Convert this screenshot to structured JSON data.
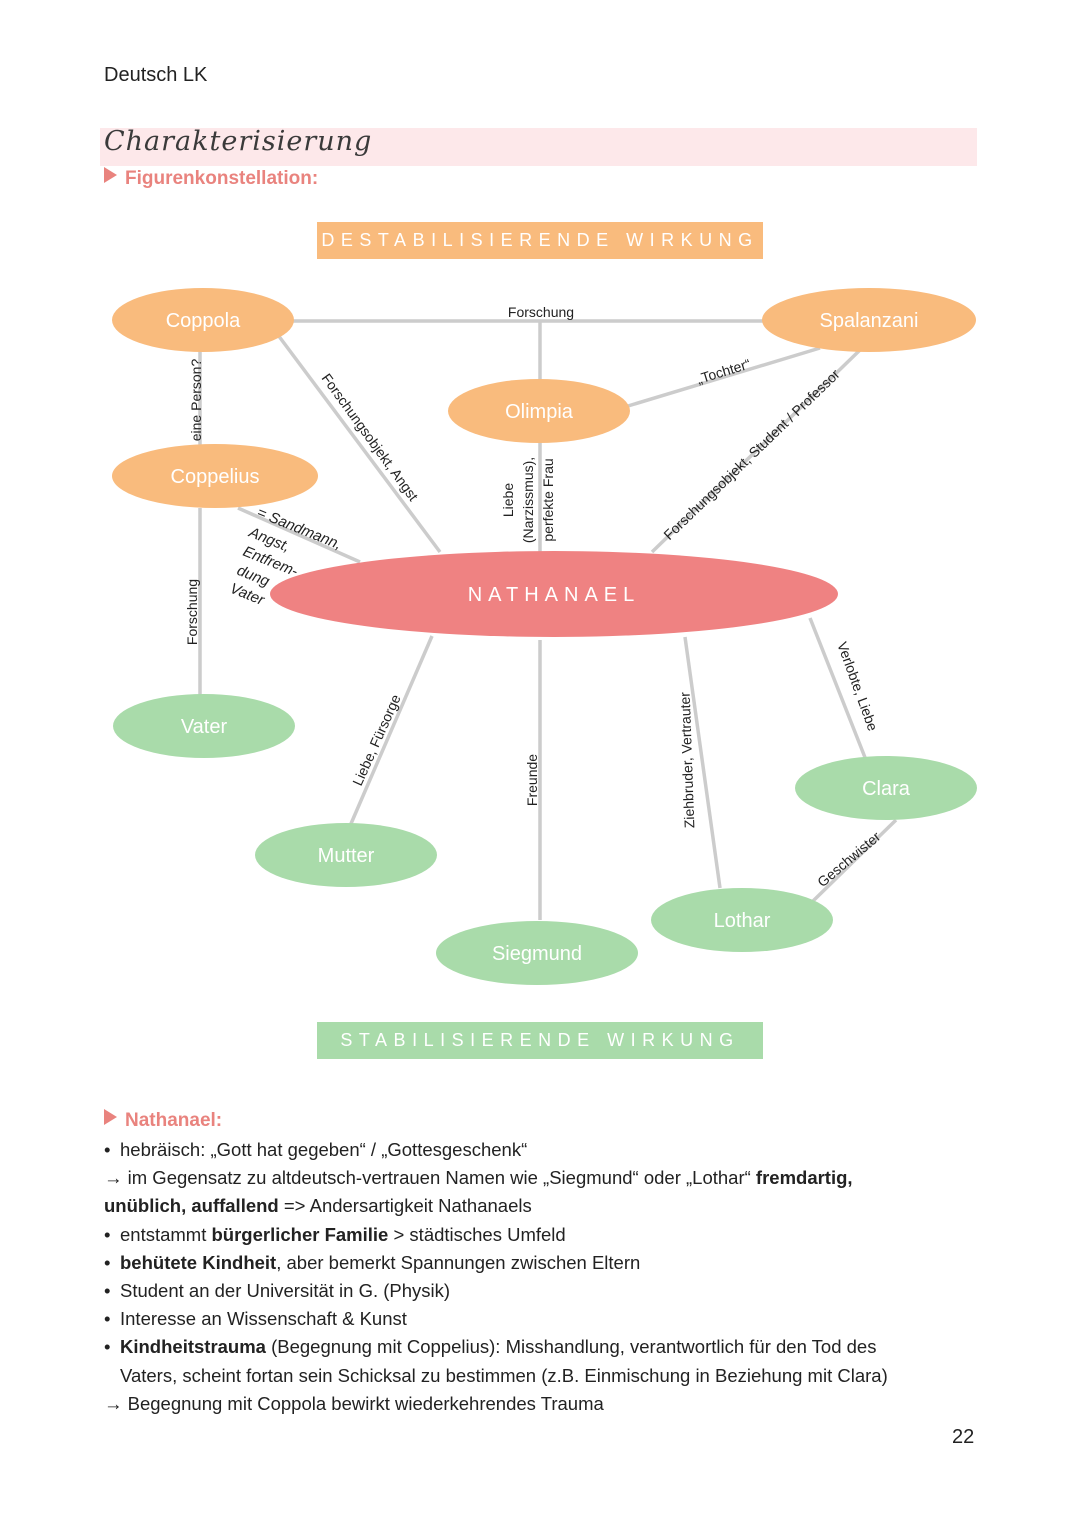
{
  "header": "Deutsch LK",
  "title": "Charakterisierung",
  "subtitle": "Figurenkonstellation:",
  "band_top": "DESTABILISIERENDE WIRKUNG",
  "band_bottom": "STABILISIERENDE WIRKUNG",
  "colors": {
    "orange": "#f9bb7d",
    "green": "#a9dbaa",
    "center": "#ef8282",
    "line": "#cccccc",
    "accent": "#e9837e"
  },
  "diagram": {
    "nodes": {
      "coppola": "Coppola",
      "spalanzani": "Spalanzani",
      "olimpia": "Olimpia",
      "coppelius": "Coppelius",
      "nathanael": "NATHANAEL",
      "vater": "Vater",
      "mutter": "Mutter",
      "siegmund": "Siegmund",
      "lothar": "Lothar",
      "clara": "Clara"
    },
    "edges": {
      "coppola_spalanzani": "Forschung",
      "coppola_coppelius": "eine Person?",
      "coppola_nathanael": "Forschungsobjekt, Angst",
      "olimpia_spalanzani": "„Tochter“",
      "olimpia_nathanael_1": "Liebe",
      "olimpia_nathanael_2": "(Narzissmus),",
      "olimpia_nathanael_3": "perfekte Frau",
      "spalanzani_nathanael": "Forschungsobjekt, Student / Professor",
      "coppelius_nathanael": [
        "= Sandmann,",
        "Angst,",
        "Entfrem-",
        "dung",
        "Vater"
      ],
      "coppelius_vater": "Forschung",
      "nathanael_mutter": "Liebe, Fürsorge",
      "nathanael_siegmund": "Freunde",
      "nathanael_lothar": "Ziehbruder, Vertrauter",
      "nathanael_clara": "Verlobte, Liebe",
      "clara_lothar": "Geschwister"
    }
  },
  "section_title": "Nathanael:",
  "body": {
    "b1": "hebräisch: „Gott hat gegeben“ / „Gottesgeschenk“",
    "a1_pre": "→ im Gegensatz zu altdeutsch-vertrauen Namen wie „Siegmund“ oder „Lothar“ ",
    "a1_bold1": "fremdartig,",
    "a1_bold2": "unüblich, auffallend",
    "a1_post": " => Andersartigkeit Nathanaels",
    "b2_pre": "entstammt ",
    "b2_bold": "bürgerlicher Familie",
    "b2_post": " > städtisches Umfeld",
    "b3_bold": "behütete Kindheit",
    "b3_post": ", aber bemerkt Spannungen zwischen Eltern",
    "b4": "Student an der Universität in G. (Physik)",
    "b5": "Interesse an Wissenschaft & Kunst",
    "b6_bold": "Kindheitstrauma",
    "b6_post": " (Begegnung mit Coppelius): Misshandlung, verantwortlich für den Tod des",
    "b6_cont": "Vaters, scheint fortan sein Schicksal zu bestimmen (z.B. Einmischung in Beziehung mit Clara)",
    "a2": "→ Begegnung mit Coppola bewirkt wiederkehrendes Trauma"
  },
  "page_number": "22"
}
